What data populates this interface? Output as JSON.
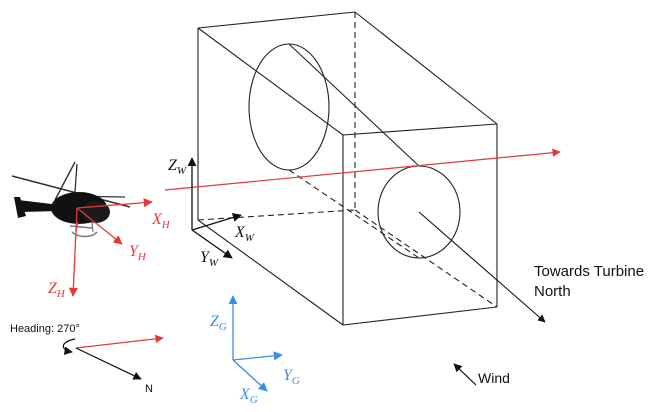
{
  "colors": {
    "red_axis": "#e23a3a",
    "blue_axis": "#3a8ee6",
    "black": "#111111",
    "box_line": "#222222"
  },
  "labels": {
    "zw_main": "Z",
    "zw_sub": "W",
    "xw_main": "X",
    "xw_sub": "W",
    "yw_main": "Y",
    "yw_sub": "W",
    "xh_main": "X",
    "xh_sub": "H",
    "yh_main": "Y",
    "yh_sub": "H",
    "zh_main": "Z",
    "zh_sub": "H",
    "zg_main": "Z",
    "zg_sub": "G",
    "yg_main": "Y",
    "yg_sub": "G",
    "xg_main": "X",
    "xg_sub": "G",
    "towards_line1": "Towards Turbine",
    "towards_line2": "North",
    "heading": "Heading: 270°",
    "north": "N",
    "wind": "Wind"
  },
  "icons": {
    "helicopter": "helicopter-icon"
  }
}
